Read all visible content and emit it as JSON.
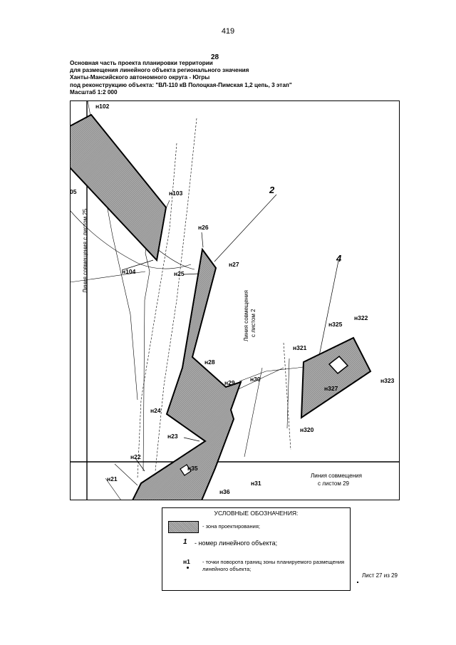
{
  "page_number": "419",
  "sheet_number": "28",
  "title_lines": [
    "Основная часть проекта планировки территории",
    "для размещения линейного объекта регионального значения",
    "Ханты-Мансийского автономного округа - Югры",
    "под реконструкцию объекта: \"ВЛ-110 кВ Полоцкая-Пимская 1,2 цепь, 3 этап\"",
    "Масштаб 1:2 000"
  ],
  "map": {
    "points": {
      "n102": "н102",
      "n103": "н103",
      "n104": "н104",
      "n05": "05",
      "n26": "н26",
      "n27": "н27",
      "n25": "н25",
      "n28": "н28",
      "n29": "н29",
      "n30": "н30",
      "n24": "н24",
      "n23": "н23",
      "n22": "н22",
      "n21": "н21",
      "n35": "н35",
      "n36": "н36",
      "n31": "н31",
      "n321": "н321",
      "n325": "н325",
      "n322": "н322",
      "n323": "н323",
      "n327": "н327",
      "n320": "н320"
    },
    "object_numbers": {
      "obj2": "2",
      "obj4": "4"
    },
    "match_lines": {
      "sheet25": "Линия совмещения с листом 25",
      "sheet2_line1": "Линия совмещения",
      "sheet2_line2": "с листом 2",
      "sheet29_line1": "Линия совмещения",
      "sheet29_line2": "с листом 29"
    },
    "colors": {
      "zone_fill": "#a6a6a6",
      "line": "#000000"
    }
  },
  "legend": {
    "title": "УСЛОВНЫЕ ОБОЗНАЧЕНИЯ:",
    "zone_text": "- зона проектирования;",
    "number_symbol": "1",
    "number_text": "-  номер линейного объекта;",
    "point_symbol": "н1",
    "point_text": "- точки поворота границ зоны планируемого размещения линейного объекта;"
  },
  "footer": {
    "sheet_of": "Лист 27 из 29"
  }
}
